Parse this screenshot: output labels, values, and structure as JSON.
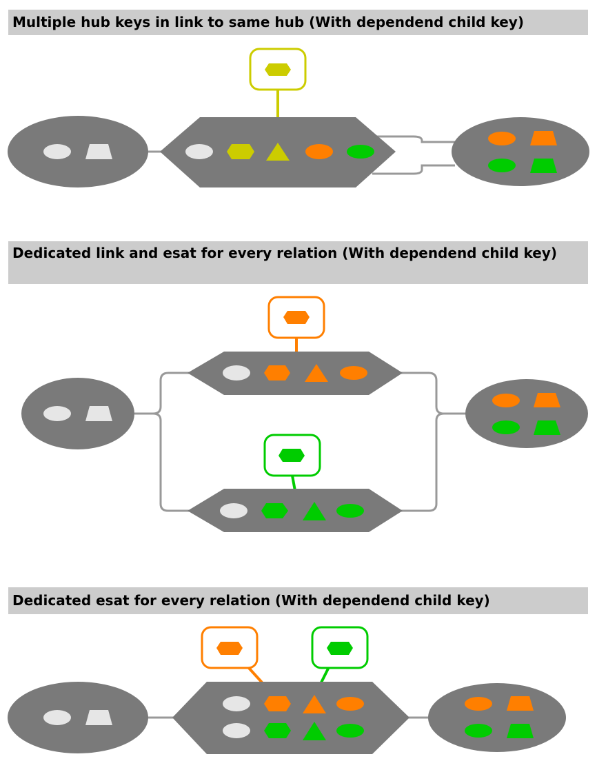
{
  "sections": [
    {
      "title": "Multiple hub keys in link to same hub (With dependend child key)"
    },
    {
      "title": "Dedicated link and esat for every relation  (With dependend child key)"
    },
    {
      "title": "Dedicated esat for every relation (With dependend child key)"
    }
  ],
  "colors": {
    "node": "#7a7a7a",
    "key_light": "#e6e6e6",
    "olive": "#cccc00",
    "orange": "#ff7f00",
    "green": "#00cc00",
    "connector": "#999999"
  }
}
